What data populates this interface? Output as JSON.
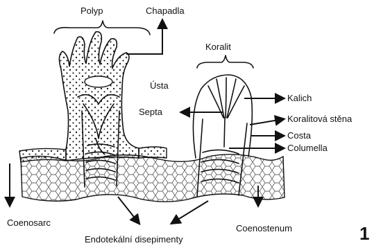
{
  "labels": {
    "polyp": "Polyp",
    "chapadla": "Chapadla",
    "koralit": "Koralit",
    "usta": "Ústa",
    "septa": "Septa",
    "kalich": "Kalich",
    "koralitova_stena": "Koralitová stěna",
    "costa": "Costa",
    "columella": "Columella",
    "coenosarc": "Coenosarc",
    "endotekalni": "Endotekální disepimenty",
    "coenostenum": "Coenostenum"
  },
  "figure_number": "1"
}
